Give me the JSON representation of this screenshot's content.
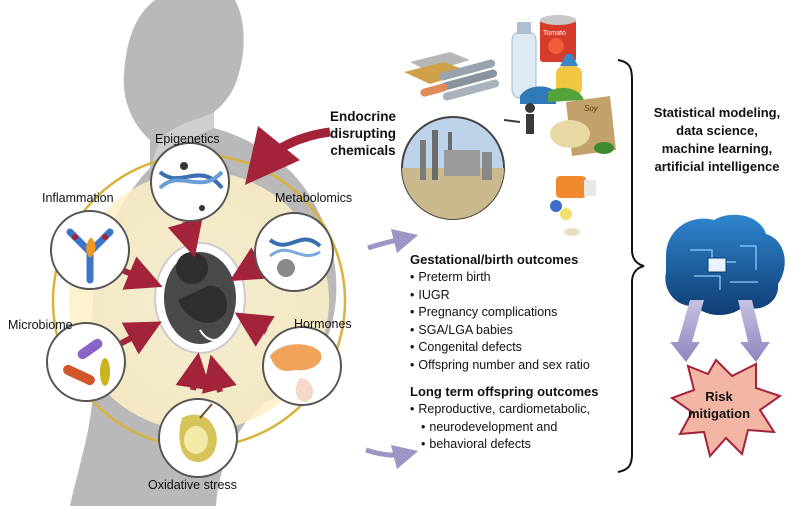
{
  "factors": {
    "epigenetics": "Epigenetics",
    "inflammation": "Inflammation",
    "metabolomics": "Metabolomics",
    "microbiome": "Microbiome",
    "hormones": "Hormones",
    "oxidative_stress": "Oxidative stress"
  },
  "edc": {
    "line1": "Endocrine",
    "line2": "disrupting",
    "line3": "chemicals"
  },
  "products": {
    "tomato_can": "Tomato",
    "soy_bag": "Soy"
  },
  "gestational": {
    "title": "Gestational/birth outcomes",
    "items": [
      "Preterm birth",
      "IUGR",
      "Pregnancy complications",
      "SGA/LGA babies",
      "Congenital defects",
      "Offspring number and sex ratio"
    ]
  },
  "longterm": {
    "title": "Long term offspring outcomes",
    "items": [
      "Reproductive, cardiometabolic,",
      "neurodevelopment and",
      "behavioral defects"
    ]
  },
  "analytics": {
    "line1": "Statistical modeling,",
    "line2": "data science,",
    "line3": "machine learning,",
    "line4": "artificial intelligence"
  },
  "risk": {
    "line1": "Risk",
    "line2": "mitigation"
  },
  "colors": {
    "arrow_red": "#a3233a",
    "arrow_purple": "#9d96c4",
    "ring_gold": "#d9b23a",
    "silhouette": "#b8b8b8",
    "star_fill": "#f3b6a4",
    "brain_blue": "#1f6fb3"
  }
}
